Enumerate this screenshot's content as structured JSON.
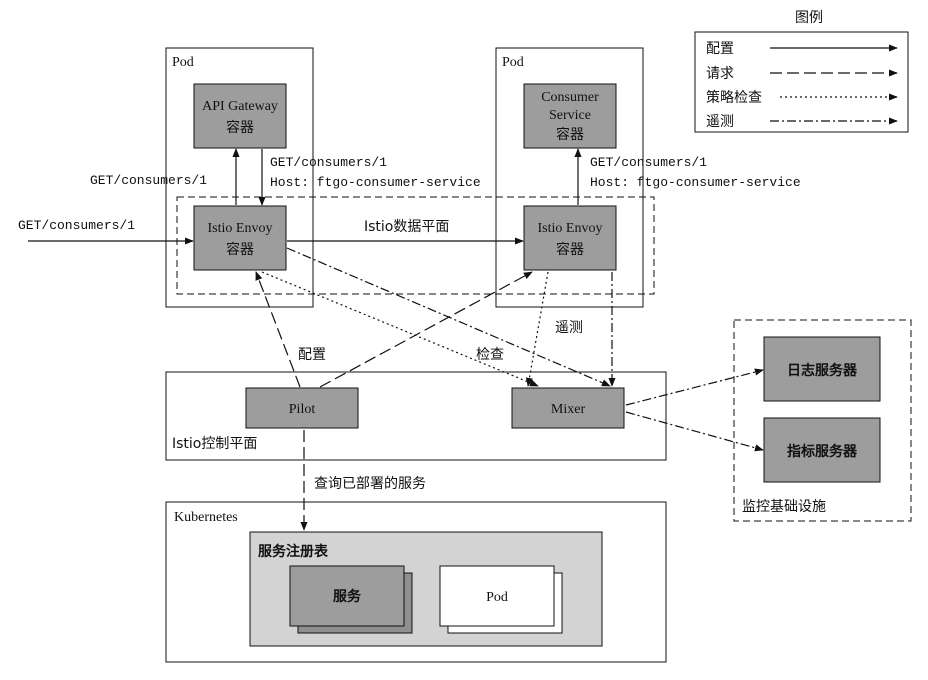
{
  "legend": {
    "title": "图例",
    "items": [
      {
        "label": "配置",
        "style": "solid"
      },
      {
        "label": "请求",
        "style": "dashed"
      },
      {
        "label": "策略检查",
        "style": "dotted"
      },
      {
        "label": "遥测",
        "style": "dashdot"
      }
    ]
  },
  "pod_left": {
    "label": "Pod",
    "gateway_line1": "API Gateway",
    "gateway_line2": "容器",
    "envoy_line1": "Istio Envoy",
    "envoy_line2": "容器"
  },
  "pod_right": {
    "label": "Pod",
    "consumer_line1": "Consumer",
    "consumer_line2": "Service",
    "consumer_line3": "容器",
    "envoy_line1": "Istio Envoy",
    "envoy_line2": "容器"
  },
  "requests": {
    "incoming": "GET/consumers/1",
    "gateway_out": "GET/consumers/1",
    "left_line1": "GET/consumers/1",
    "left_line2": "Host: ftgo-consumer-service",
    "right_line1": "GET/consumers/1",
    "right_line2": "Host: ftgo-consumer-service"
  },
  "data_plane_label": "Istio数据平面",
  "control_plane": {
    "label": "Istio控制平面",
    "pilot": "Pilot",
    "mixer": "Mixer"
  },
  "edge_labels": {
    "config": "配置",
    "check": "检查",
    "telemetry": "遥测",
    "query": "查询已部署的服务"
  },
  "monitoring": {
    "label": "监控基础设施",
    "log_server": "日志服务器",
    "metrics_server": "指标服务器"
  },
  "kubernetes": {
    "label": "Kubernetes",
    "registry": "服务注册表",
    "service": "服务",
    "pod": "Pod"
  }
}
